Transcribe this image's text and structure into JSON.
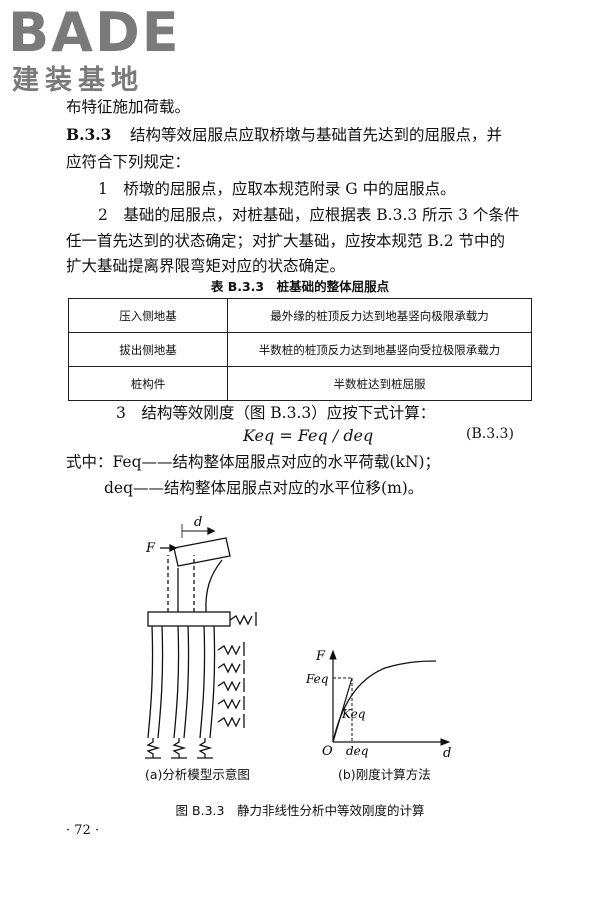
{
  "logo": {
    "latin": "BADE",
    "cjk": "建装基地"
  },
  "paragraphs": [
    "布特征施加荷载。",
    "B.3.3",
    "结构等效屈服点应取桥墩与基础首先达到的屈服点，并",
    "应符合下列规定：",
    "1　桥墩的屈服点，应取本规范附录 G 中的屈服点。",
    "2　基础的屈服点，对桩基础，应根据表 B.3.3 所示 3 个条件",
    "任一首先达到的状态确定；对扩大基础，应按本规范 B.2 节中的",
    "扩大基础提离界限弯矩对应的状态确定。",
    "3　结构等效刚度（图 B.3.3）应按下式计算："
  ],
  "table": {
    "caption": "表 B.3.3　桩基础的整体屈服点",
    "rows": [
      [
        "压入侧地基",
        "最外缘的桩顶反力达到地基竖向极限承载力"
      ],
      [
        "拔出侧地基",
        "半数桩的桩顶反力达到地基竖向受拉极限承载力"
      ],
      [
        "桩构件",
        "半数桩达到桩屈服"
      ]
    ]
  },
  "formula": {
    "text": "Keq = Feq / deq",
    "number": "(B.3.3)"
  },
  "definitions": [
    "式中：Feq——结构整体屈服点对应的水平荷载(kN)；",
    "deq——结构整体屈服点对应的水平位移(m)。"
  ],
  "figure": {
    "label_a": "(a)分析模型示意图",
    "label_b": "(b)刚度计算方法",
    "caption": "图 B.3.3　静力非线性分析中等效刚度的计算",
    "a_symbols": {
      "force": "F",
      "disp": "d"
    },
    "b_symbols": {
      "y_axis": "F",
      "x_axis": "d",
      "origin": "O",
      "feq": "Feq",
      "keq": "Keq",
      "deq": "deq"
    }
  },
  "page_number": "· 72 ·"
}
